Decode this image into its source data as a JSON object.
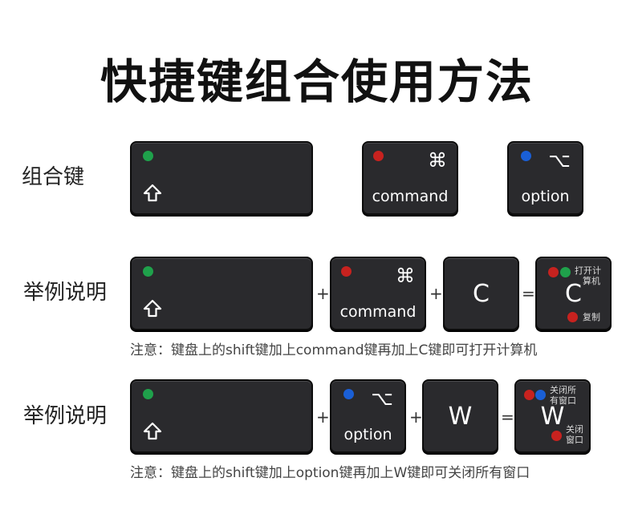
{
  "title": "快捷键组合使用方法",
  "rows": {
    "combo_label": "组合键",
    "example1_label": "举例说明",
    "example2_label": "举例说明"
  },
  "keys": {
    "command_symbol": "⌘",
    "command_label": "command",
    "option_symbol": "⌥",
    "option_label": "option",
    "c_letter": "C",
    "w_letter": "W"
  },
  "operators": {
    "plus": "+",
    "equals": "="
  },
  "result_c": {
    "top_note_line1": "打开计",
    "top_note_line2": "算机",
    "bottom_note": "复制"
  },
  "result_w": {
    "top_note_line1": "关闭所",
    "top_note_line2": "有窗口",
    "bottom_note_line1": "关闭",
    "bottom_note_line2": "窗口"
  },
  "notes": {
    "example1": "注意：键盘上的shift键加上command键再加上C键即可打开计算机",
    "example2": "注意：键盘上的shift键加上option键再加上W键即可关闭所有窗口"
  },
  "colors": {
    "green": "#1fa14b",
    "red": "#c7221f",
    "blue": "#1a5fd6",
    "key_bg": "#2a2a2d"
  },
  "icons": [
    "shift-arrow-icon",
    "command-icon",
    "option-icon"
  ]
}
